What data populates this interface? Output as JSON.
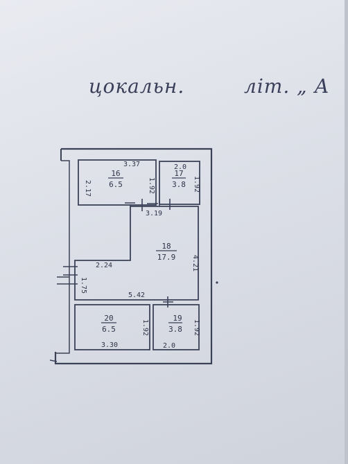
{
  "heading": {
    "floor": "цокальн.",
    "liter": "літ. „ А"
  },
  "rooms": [
    {
      "id": "16",
      "area": "6.5"
    },
    {
      "id": "17",
      "area": "3.8"
    },
    {
      "id": "18",
      "area": "17.9"
    },
    {
      "id": "19",
      "area": "3.8"
    },
    {
      "id": "20",
      "area": "6.5"
    }
  ],
  "dimensions": {
    "r16_top": "3.37",
    "r16_left": "2.17",
    "r16_right": "1.92",
    "r17_top": "2.0",
    "r17_right": "1.92",
    "corridor_top": "3.19",
    "r18_right": "4.21",
    "r18_step": "2.24",
    "r18_left": "1.75",
    "r18_bottom": "5.42",
    "r20_inner": "1.92",
    "r20_bottom": "3.30",
    "r19_right": "1.92",
    "r19_bottom": "2.0"
  }
}
